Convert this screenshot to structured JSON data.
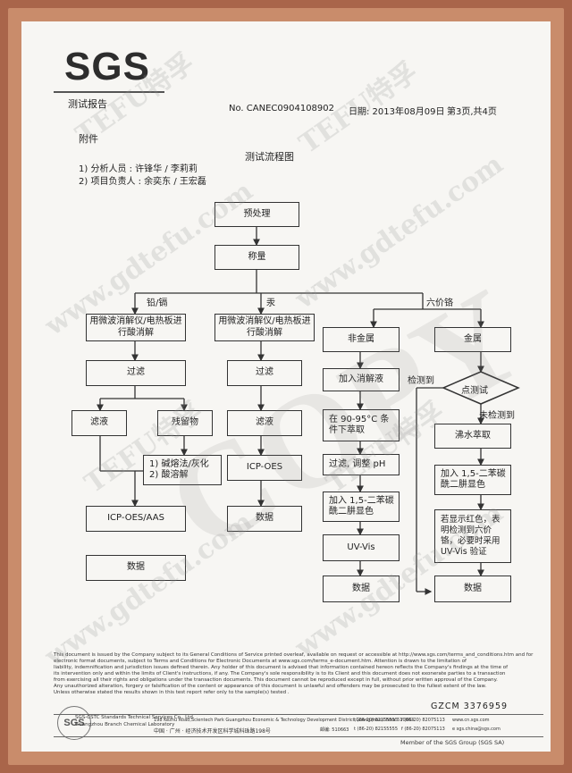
{
  "header": {
    "logo": "SGS",
    "report_label": "测试报告",
    "report_no": "No. CANEC0904108902",
    "date": "日期: 2013年08月09日",
    "page_info": "第3页,共4页"
  },
  "annex": {
    "title": "附件",
    "line1": "1) 分析人员 : 许锋华 / 李莉莉",
    "line2": "2) 项目负责人 : 余奕东 / 王宏磊"
  },
  "flow": {
    "title": "测试流程图",
    "pretreat": "预处理",
    "weigh": "称量",
    "branch_pbcd": "铅/镉",
    "branch_hg": "汞",
    "branch_cr": "六价铬",
    "microwave_a": "用微波消解仪/电热板进行酸消解",
    "filter_a": "过滤",
    "filtrate_a": "滤液",
    "residue": "残留物",
    "alkali": "1) 碱熔法/灰化 2) 酸溶解",
    "icp_aas": "ICP-OES/AAS",
    "data_a": "数据",
    "microwave_b": "用微波消解仪/电热板进行酸消解",
    "filter_b": "过滤",
    "filtrate_b": "滤液",
    "icp": "ICP-OES",
    "data_b": "数据",
    "nonmetal": "非金属",
    "add_solution": "加入消解液",
    "extract": "在 90-95°C 条件下萃取",
    "adjust_ph": "过滤, 调整 pH",
    "add_dpc": "加入 1,5-二苯碳酰二肼显色",
    "uvvis": "UV-Vis",
    "data_c": "数据",
    "metal": "金属",
    "spot_test": "点测试",
    "detected": "检测到",
    "not_detected": "未检测到",
    "boil": "沸水萃取",
    "add_dpc2": "加入 1,5-二苯碳酰二肼显色",
    "red_color": "若显示红色，表明检测到六价铬，必要时采用UV-Vis 验证",
    "data_d": "数据"
  },
  "footer": {
    "disclaimer1": "This document is issued by the Company subject to its General Conditions of Service printed overleaf, available on request or accessible at http://www.sgs.com/terms_and_conditions.htm and for electronic format documents, subject to Terms and Conditions for Electronic Documents at www.sgs.com/terms_e-document.htm. Attention is drawn to the limitation of",
    "disclaimer2": "liability, indemnification and jurisdiction issues defined therein. Any holder of this document is advised that information contained hereon reflects the Company's findings at the time of",
    "disclaimer3": "its intervention only and within the limits of Client's instructions, if any. The Company's sole responsibility is to its Client and this document does not exonerate parties to a transaction",
    "disclaimer4": "from exercising all their rights and obligations under the transaction documents. This document cannot be reproduced except in full, without prior written approval of the Company.",
    "disclaimer5": "Any unauthorized alteration, forgery or falsification of the content or appearance of this document is unlawful and offenders may be prosecuted to the fullest extent of the law.",
    "disclaimer6": "Unless otherwise stated the results shown in this test report refer only to the sample(s) tested .",
    "serial": "GZCM 3376959",
    "company_left1": "SGS-CSTC Standards Technical Services Co., Ltd.",
    "company_left2": "Guangzhou Branch   Chemical Laboratory",
    "address_en": "198 Kezhu Road,Scientech Park Guangzhou Economic & Technology Development District,Guangzhou,China  510663",
    "phone1": "t (86-20) 82155555",
    "fax1": "f (86-20) 82075113",
    "web": "www.cn.sgs.com",
    "address_cn": "中国 · 广州 · 经济技术开发区科学城科珠路198号",
    "postcode": "邮编: 510663",
    "phone2": "t (86-20) 82155555",
    "fax2": "f (86-20) 82075113",
    "email": "e sgs.china@sgs.com",
    "member": "Member of the SGS Group (SGS SA)",
    "stamp": "SGS"
  },
  "watermarks": [
    "TEFU特孚",
    "www.gdtefu.com",
    "COPY"
  ]
}
